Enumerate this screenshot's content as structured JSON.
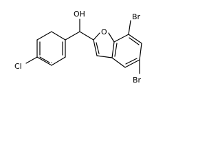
{
  "molecule": {
    "atoms": {
      "hydroxyl": "OH",
      "furan_oxygen": "O",
      "chlorine": "Cl",
      "bromine_7": "Br",
      "bromine_5": "Br"
    }
  }
}
